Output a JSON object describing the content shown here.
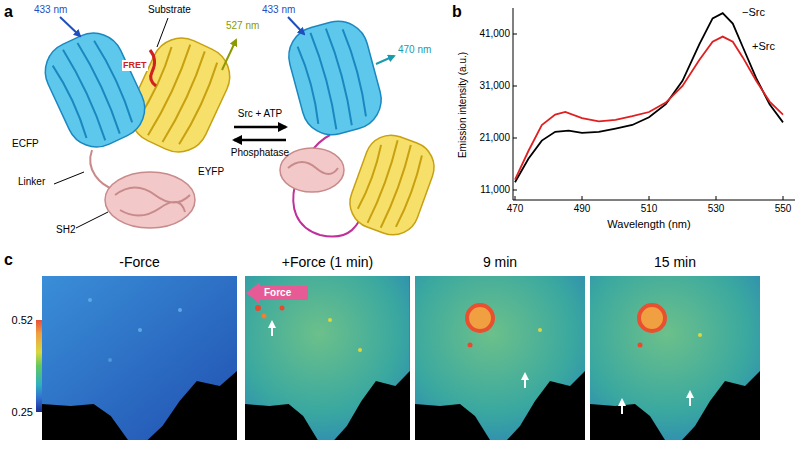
{
  "diagram": {
    "nodes": [
      {
        "text": [
          "-Force"
        ]
      },
      {
        "text": [
          "+Force (1 min)"
        ]
      },
      {
        "text": [
          "9 min"
        ]
      },
      {
        "text": [
          "15 min"
        ]
      }
    ],
    "labels": [
      "a",
      "433 nm",
      "Substrate",
      "527 nm",
      "FRET",
      "ECFP",
      "EYFP",
      "Linker",
      "SH2",
      "Src + ATP",
      "Phosphatase",
      "433 nm",
      "470 nm",
      "b",
      "−Src",
      "+Src",
      "41,000",
      "31,000",
      "21,000",
      "11,000",
      "470",
      "490",
      "510",
      "530",
      "550",
      "Emission intensity (a.u.)",
      "Wavelength (nm)",
      "c",
      "0.52",
      "0.25",
      "Force"
    ]
  }
}
